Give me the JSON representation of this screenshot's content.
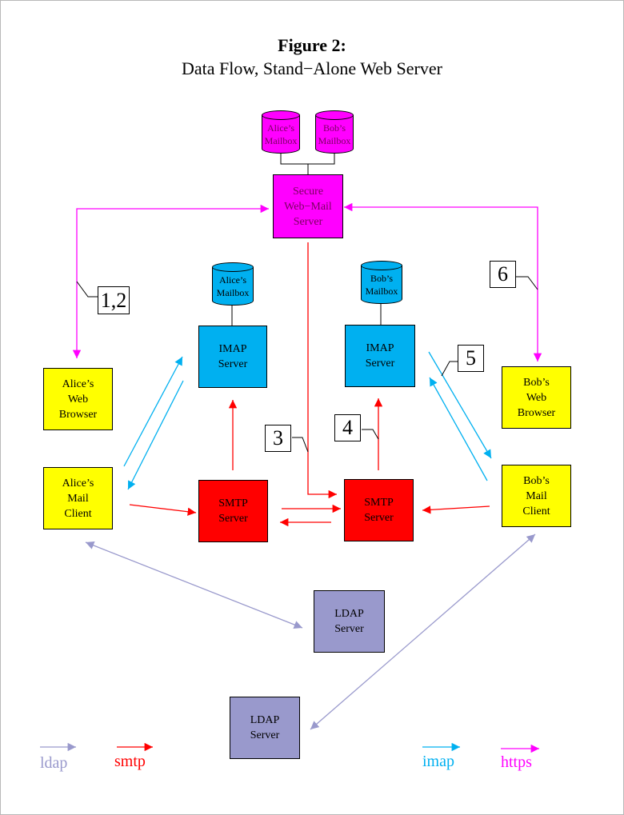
{
  "title": "Figure 2:",
  "subtitle": "Data Flow, Stand−Alone Web Server",
  "mailboxes": {
    "top_alice": [
      "Alice’s",
      "Mailbox"
    ],
    "top_bob": [
      "Bob’s",
      "Mailbox"
    ],
    "imap_alice": [
      "Alice’s",
      "Mailbox"
    ],
    "imap_bob": [
      "Bob’s",
      "Mailbox"
    ]
  },
  "nodes": {
    "webmail": [
      "Secure",
      "Web−Mail",
      "Server"
    ],
    "imap_left": [
      "IMAP",
      "Server"
    ],
    "imap_right": [
      "IMAP",
      "Server"
    ],
    "alice_browser": [
      "Alice’s",
      "Web",
      "Browser"
    ],
    "bob_browser": [
      "Bob’s",
      "Web",
      "Browser"
    ],
    "alice_client": [
      "Alice’s",
      "Mail",
      "Client"
    ],
    "bob_client": [
      "Bob’s",
      "Mail",
      "Client"
    ],
    "smtp_left": [
      "SMTP",
      "Server"
    ],
    "smtp_right": [
      "SMTP",
      "Server"
    ],
    "ldap_right": [
      "LDAP",
      "Server"
    ],
    "ldap_left": [
      "LDAP",
      "Server"
    ]
  },
  "steps": [
    "1,2",
    "3",
    "4",
    "5",
    "6"
  ],
  "legend": {
    "ldap": "ldap",
    "smtp": "smtp",
    "imap": "imap",
    "https": "https"
  },
  "colors": {
    "ldap": "#9999cc",
    "smtp": "#ff0000",
    "imap": "#00b0f0",
    "https": "#ff00ff"
  }
}
